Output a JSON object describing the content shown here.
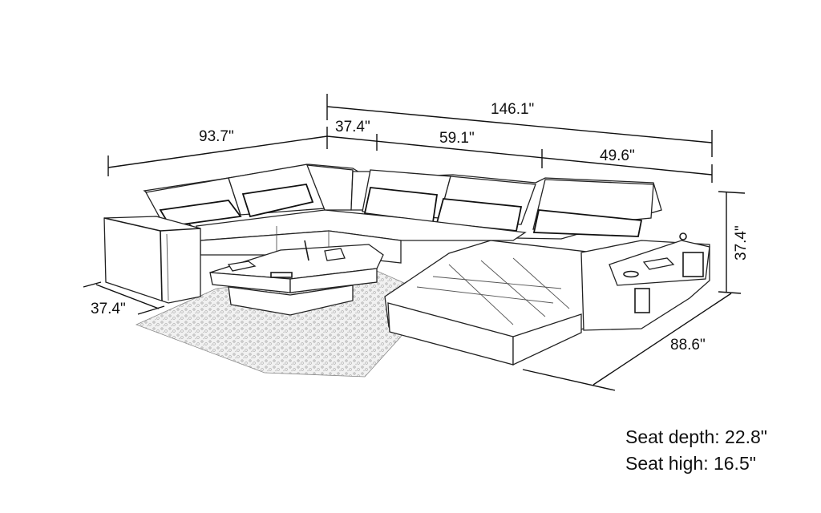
{
  "diagram": {
    "subject": "U-shaped sectional sofa with chaise and coffee table, line drawing",
    "dimensions": {
      "overall_width_right": "146.1\"",
      "left_section_width": "93.7\"",
      "corner_width": "37.4\"",
      "middle_section_width": "59.1\"",
      "chaise_section_width": "49.6\"",
      "height": "37.4\"",
      "left_depth": "37.4\"",
      "right_depth": "88.6\""
    },
    "specs": [
      {
        "label": "Seat depth:",
        "value": "22.8\""
      },
      {
        "label": "Seat high:",
        "value": "16.5\""
      }
    ],
    "specs_text": {
      "seat_depth": "Seat depth: 22.8\"",
      "seat_high": "Seat high: 16.5\""
    }
  }
}
